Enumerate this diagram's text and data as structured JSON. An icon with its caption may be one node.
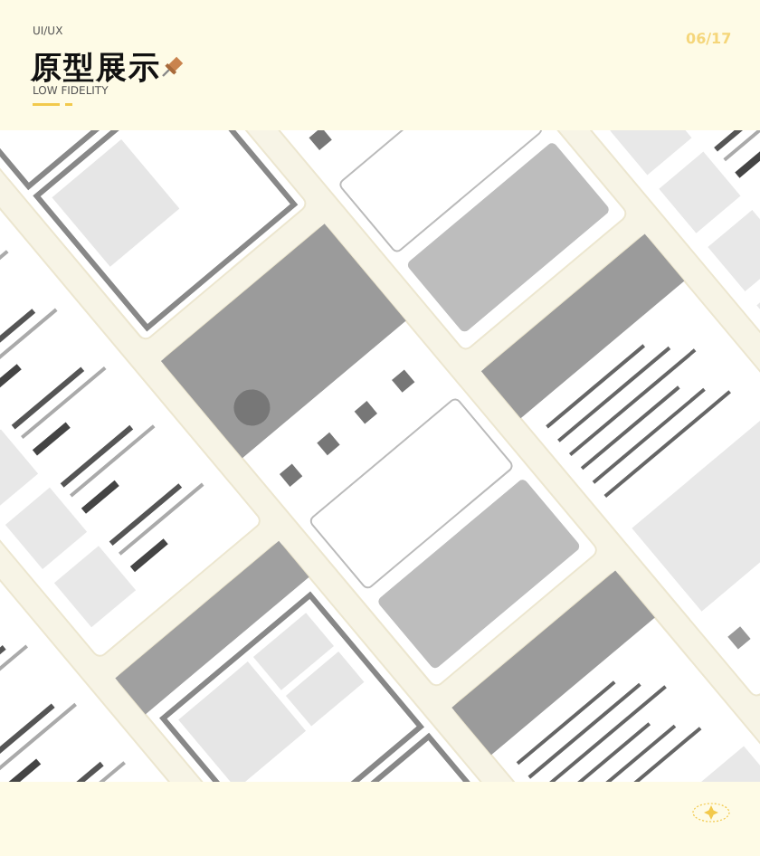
{
  "diagram": {
    "title": "原型展示",
    "nodes": [
      {
        "text": [],
        "shape": "picture"
      }
    ],
    "edges": [],
    "labels": [
      "UI/UX",
      "LOW FIDELITY",
      "06/17"
    ]
  }
}
